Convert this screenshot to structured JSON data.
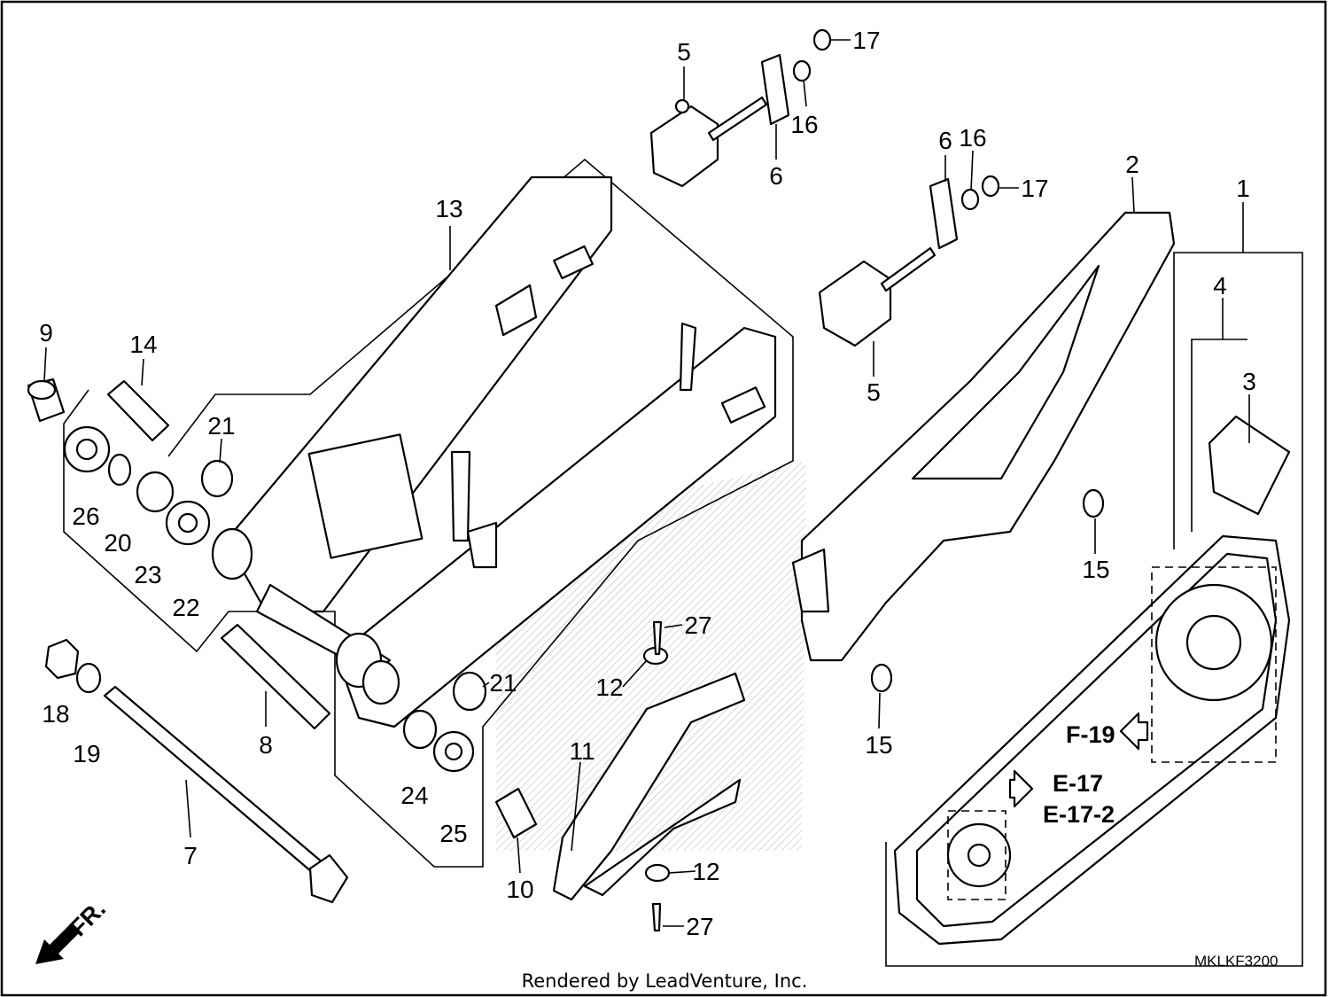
{
  "diagram_code": "MKLKF3200",
  "credit": "Rendered by LeadVenture, Inc.",
  "direction_label": "FR.",
  "refs": [
    "F-19",
    "E-17",
    "E-17-2"
  ],
  "callouts": [
    {
      "id": "c1",
      "label": "1"
    },
    {
      "id": "c2",
      "label": "2"
    },
    {
      "id": "c3",
      "label": "3"
    },
    {
      "id": "c4",
      "label": "4"
    },
    {
      "id": "c5a",
      "label": "5"
    },
    {
      "id": "c5b",
      "label": "5"
    },
    {
      "id": "c6a",
      "label": "6"
    },
    {
      "id": "c6b",
      "label": "6"
    },
    {
      "id": "c7",
      "label": "7"
    },
    {
      "id": "c8",
      "label": "8"
    },
    {
      "id": "c9",
      "label": "9"
    },
    {
      "id": "c10",
      "label": "10"
    },
    {
      "id": "c11",
      "label": "11"
    },
    {
      "id": "c12a",
      "label": "12"
    },
    {
      "id": "c12b",
      "label": "12"
    },
    {
      "id": "c13",
      "label": "13"
    },
    {
      "id": "c14",
      "label": "14"
    },
    {
      "id": "c15a",
      "label": "15"
    },
    {
      "id": "c15b",
      "label": "15"
    },
    {
      "id": "c16a",
      "label": "16"
    },
    {
      "id": "c16b",
      "label": "16"
    },
    {
      "id": "c17a",
      "label": "17"
    },
    {
      "id": "c17b",
      "label": "17"
    },
    {
      "id": "c18",
      "label": "18"
    },
    {
      "id": "c19",
      "label": "19"
    },
    {
      "id": "c20",
      "label": "20"
    },
    {
      "id": "c21a",
      "label": "21"
    },
    {
      "id": "c21b",
      "label": "21"
    },
    {
      "id": "c22",
      "label": "22"
    },
    {
      "id": "c23",
      "label": "23"
    },
    {
      "id": "c24",
      "label": "24"
    },
    {
      "id": "c25",
      "label": "25"
    },
    {
      "id": "c26",
      "label": "26"
    },
    {
      "id": "c27a",
      "label": "27"
    },
    {
      "id": "c27b",
      "label": "27"
    }
  ]
}
